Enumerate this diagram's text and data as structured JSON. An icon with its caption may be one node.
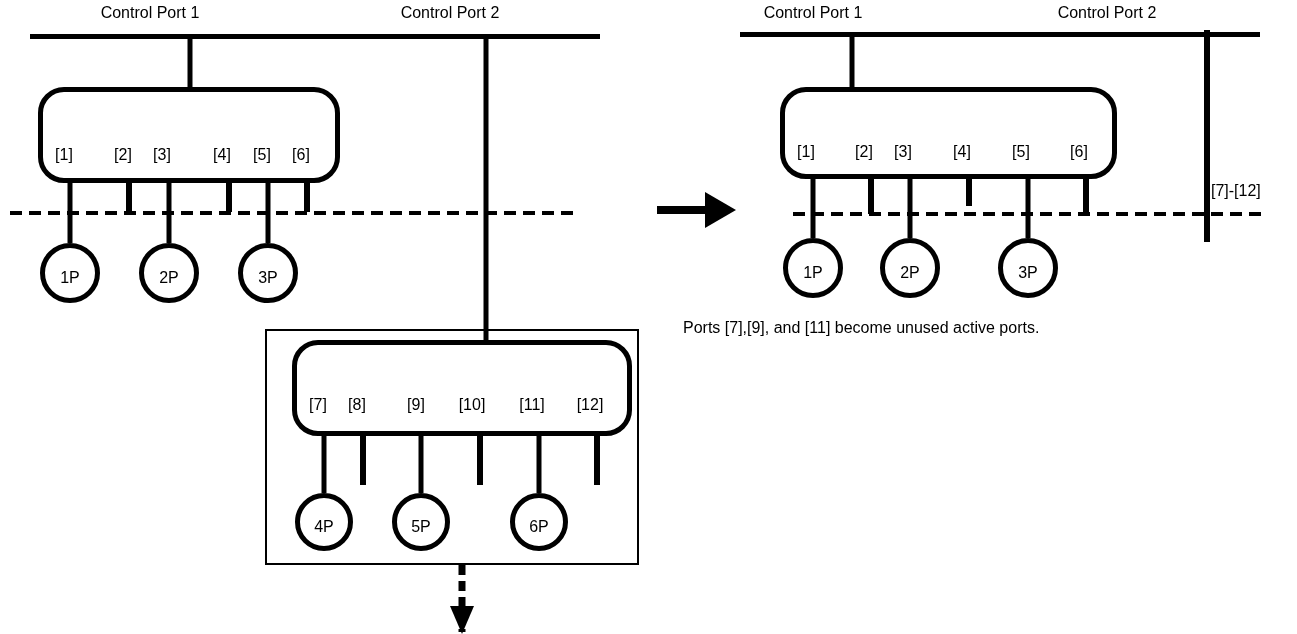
{
  "diagram": {
    "nodes": [
      {
        "text": [
          "Control Port 1",
          "Control Port 2"
        ]
      },
      {
        "text": [
          "[1]",
          "[2]",
          "[3]",
          "[4]",
          "[5]",
          "[6]"
        ]
      },
      {
        "text": [
          "1P"
        ]
      },
      {
        "text": [
          "2P"
        ]
      },
      {
        "text": [
          "3P"
        ]
      },
      {
        "text": [],
        "shape": "box"
      },
      {
        "text": [
          "[7]",
          "[8]",
          "[9]",
          "[10]",
          "[11]",
          "[12]"
        ],
        "in": 5
      },
      {
        "text": [
          "4P"
        ],
        "in": 5
      },
      {
        "text": [
          "5P"
        ],
        "in": 5
      },
      {
        "text": [
          "6P"
        ],
        "in": 5
      },
      {
        "text": [
          "Control Port 1",
          "Control Port 2"
        ]
      },
      {
        "text": [
          "[1]",
          "[2]",
          "[3]",
          "[4]",
          "[5]",
          "[6]"
        ]
      },
      {
        "text": [
          "1P"
        ]
      },
      {
        "text": [
          "2P"
        ]
      },
      {
        "text": [
          "3P"
        ]
      }
    ],
    "edges": [
      {
        "from": 0,
        "to": 1,
        "arrow": "none"
      },
      {
        "from": 1,
        "to": 2,
        "arrow": "none"
      },
      {
        "from": 1,
        "to": 3,
        "arrow": "none"
      },
      {
        "from": 1,
        "to": 4,
        "arrow": "none"
      },
      {
        "from": 0,
        "to": 6,
        "arrow": "none"
      },
      {
        "from": 6,
        "to": 7,
        "arrow": "none"
      },
      {
        "from": 6,
        "to": 8,
        "arrow": "none"
      },
      {
        "from": 6,
        "to": 9,
        "arrow": "none"
      },
      {
        "from": 5,
        "to": null,
        "arrow": "to",
        "style": "dashed"
      },
      {
        "from": 10,
        "to": 11,
        "arrow": "none"
      },
      {
        "from": 11,
        "to": 12,
        "arrow": "none"
      },
      {
        "from": 11,
        "to": 13,
        "arrow": "none"
      },
      {
        "from": 11,
        "to": 14,
        "arrow": "none"
      }
    ],
    "labels": [
      "[7]-[12]",
      "Ports [7],[9], and [11] become unused active ports."
    ]
  }
}
